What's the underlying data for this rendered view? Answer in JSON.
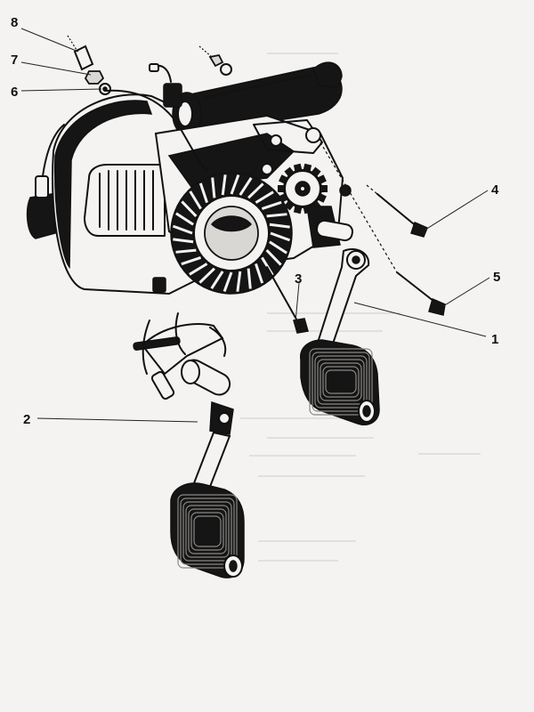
{
  "callouts": [
    {
      "id": "8",
      "label": "8"
    },
    {
      "id": "7",
      "label": "7"
    },
    {
      "id": "6",
      "label": "6"
    },
    {
      "id": "4",
      "label": "4"
    },
    {
      "id": "5",
      "label": "5"
    },
    {
      "id": "3",
      "label": "3"
    },
    {
      "id": "1",
      "label": "1"
    },
    {
      "id": "2",
      "label": "2"
    }
  ],
  "colors": {
    "ink": "#111111",
    "paper": "#f4f3f1"
  }
}
